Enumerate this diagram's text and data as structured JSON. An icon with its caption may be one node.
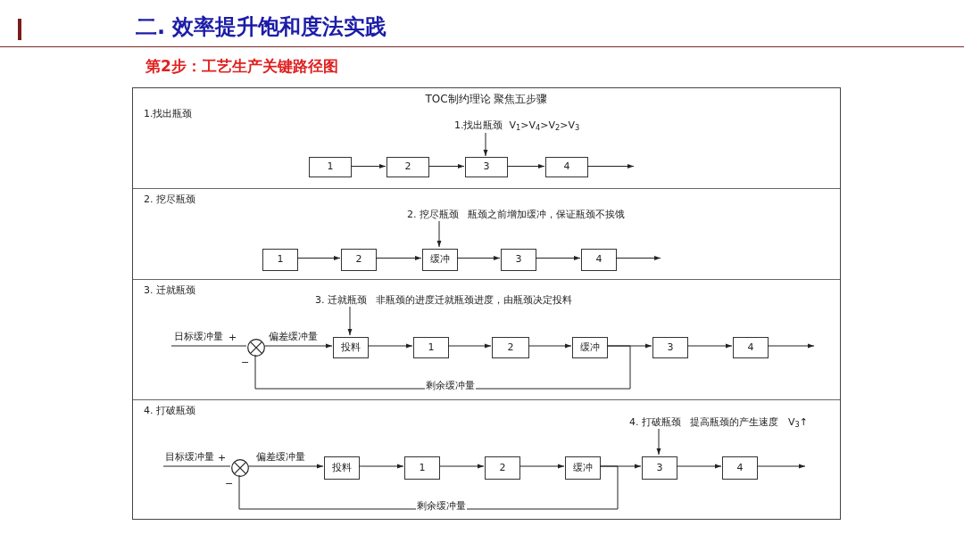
{
  "diagram": {
    "title": "二. 效率提升饱和度法实践",
    "nodes": [
      {
        "text": [
          "TOC制约理论 聚焦五步骤"
        ]
      },
      {
        "text": [
          "1.找出瓶颈"
        ],
        "in": 0
      },
      {
        "text": [
          "1.找出瓶颈  V$_{1}$>V$_{4}$>V$_{2}$>V$_{3}$"
        ],
        "in": 1
      },
      {
        "text": [
          "1"
        ],
        "in": 1
      },
      {
        "text": [
          "2"
        ],
        "in": 1
      },
      {
        "text": [
          "3"
        ],
        "in": 1
      },
      {
        "text": [
          "4"
        ],
        "in": 1
      },
      {
        "text": [
          "2. 挖尽瓶颈"
        ],
        "in": 0
      },
      {
        "text": [
          "2. 挖尽瓶颈   瓶颈之前增加缓冲，保证瓶颈不挨饿"
        ],
        "in": 7
      },
      {
        "text": [
          "1"
        ],
        "in": 7
      },
      {
        "text": [
          "2"
        ],
        "in": 7
      },
      {
        "text": [
          "缓冲"
        ],
        "in": 7
      },
      {
        "text": [
          "3"
        ],
        "in": 7
      },
      {
        "text": [
          "4"
        ],
        "in": 7
      },
      {
        "text": [
          "3. 迁就瓶颈"
        ],
        "in": 0
      },
      {
        "text": [
          "3. 迁就瓶颈   非瓶颈的进度迁就瓶颈进度，由瓶颈决定投料"
        ],
        "in": 14
      },
      {
        "text": [],
        "shape": "circle",
        "in": 14
      },
      {
        "text": [
          "投料"
        ],
        "in": 14
      },
      {
        "text": [
          "1"
        ],
        "in": 14
      },
      {
        "text": [
          "2"
        ],
        "in": 14
      },
      {
        "text": [
          "缓冲"
        ],
        "in": 14
      },
      {
        "text": [
          "3"
        ],
        "in": 14
      },
      {
        "text": [
          "4"
        ],
        "in": 14
      },
      {
        "text": [
          "4. 打破瓶颈"
        ],
        "in": 0
      },
      {
        "text": [
          "4. 打破瓶颈   提高瓶颈的产生速度   V$_{3}$↑"
        ],
        "in": 23
      },
      {
        "text": [],
        "shape": "circle",
        "in": 23
      },
      {
        "text": [
          "投料"
        ],
        "in": 23
      },
      {
        "text": [
          "1"
        ],
        "in": 23
      },
      {
        "text": [
          "2"
        ],
        "in": 23
      },
      {
        "text": [
          "缓冲"
        ],
        "in": 23
      },
      {
        "text": [
          "3"
        ],
        "in": 23
      },
      {
        "text": [
          "4"
        ],
        "in": 23
      }
    ],
    "edges": [
      {
        "from": 2,
        "to": 5,
        "arrow": "to"
      },
      {
        "from": 3,
        "to": 4,
        "arrow": "to"
      },
      {
        "from": 4,
        "to": 5,
        "arrow": "to"
      },
      {
        "from": 5,
        "to": 6,
        "arrow": "to"
      },
      {
        "from": 6,
        "to": null,
        "arrow": "to"
      },
      {
        "from": 8,
        "to": 11,
        "arrow": "to"
      },
      {
        "from": 9,
        "to": 10,
        "arrow": "to"
      },
      {
        "from": 10,
        "to": 11,
        "arrow": "to"
      },
      {
        "from": 11,
        "to": 12,
        "arrow": "to"
      },
      {
        "from": 12,
        "to": 13,
        "arrow": "to"
      },
      {
        "from": 13,
        "to": null,
        "arrow": "to"
      },
      {
        "from": 15,
        "to": 17,
        "arrow": "to"
      },
      {
        "from": null,
        "to": 16,
        "arrow": "none",
        "label": "日标缓冲量"
      },
      {
        "from": 16,
        "to": 17,
        "arrow": "to",
        "label": "偏差缓冲量"
      },
      {
        "from": 17,
        "to": 18,
        "arrow": "to"
      },
      {
        "from": 18,
        "to": 19,
        "arrow": "to"
      },
      {
        "from": 19,
        "to": 20,
        "arrow": "to"
      },
      {
        "from": 20,
        "to": 21,
        "arrow": "to"
      },
      {
        "from": 21,
        "to": 22,
        "arrow": "to"
      },
      {
        "from": 22,
        "to": null,
        "arrow": "to"
      },
      {
        "from": 20,
        "to": 16,
        "arrow": "none",
        "label": "剩余缓冲量"
      },
      {
        "from": 24,
        "to": 30,
        "arrow": "to"
      },
      {
        "from": null,
        "to": 25,
        "arrow": "none",
        "label": "目标缓冲量"
      },
      {
        "from": 25,
        "to": 26,
        "arrow": "to",
        "label": "偏差缓冲量"
      },
      {
        "from": 26,
        "to": 27,
        "arrow": "to"
      },
      {
        "from": 27,
        "to": 28,
        "arrow": "to"
      },
      {
        "from": 28,
        "to": 29,
        "arrow": "to"
      },
      {
        "from": 29,
        "to": 30,
        "arrow": "to"
      },
      {
        "from": 30,
        "to": 31,
        "arrow": "to"
      },
      {
        "from": 31,
        "to": null,
        "arrow": "to"
      },
      {
        "from": 29,
        "to": 25,
        "arrow": "none",
        "label": "剩余缓冲量"
      }
    ],
    "labels": [
      "第2步：工艺生产关键路径图",
      "+",
      "−",
      "+",
      "−"
    ]
  }
}
